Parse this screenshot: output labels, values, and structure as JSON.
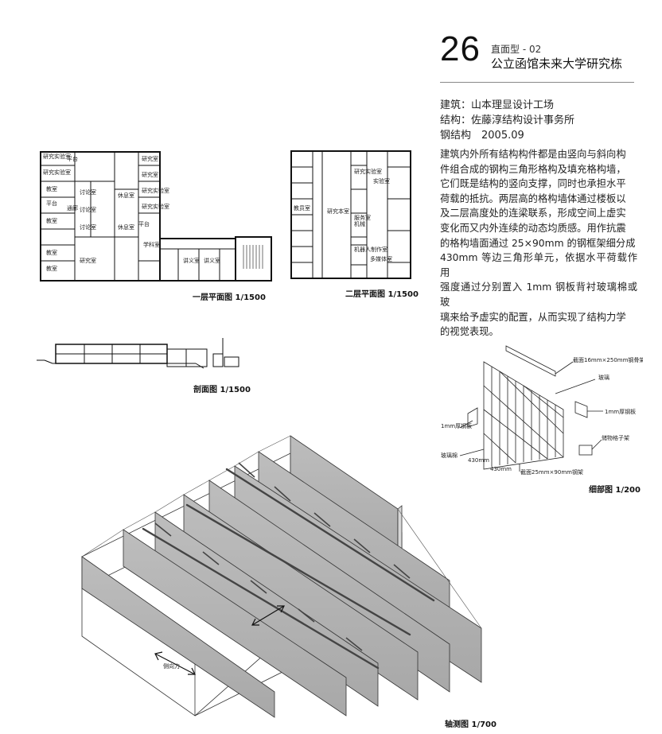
{
  "header": {
    "number": "26",
    "type_line": "直面型 - 02",
    "title": "公立函馆未来大学研究栋"
  },
  "credits": {
    "architecture": "建筑：山本理显设计工场",
    "structure": "结构：佐藤淳结构设计事务所",
    "structure_year": "钢结构　2005.09"
  },
  "description": [
    "建筑内外所有结构构件都是由竖向与斜向构",
    "件组合成的钢构三角形格构及填充格构墙，",
    "它们既是结构的竖向支撑，同时也承担水平",
    "荷载的抵抗。两层高的格构墙体通过楼板以",
    "及二层高度处的连梁联系，形成空间上虚实",
    "变化而又内外连续的动态均质感。用作抗震",
    "的格构墙面通过 25×90mm 的钢框架细分成",
    "430mm 等边三角形单元，依据水平荷载作用",
    "强度通过分别置入 1mm 钢板背衬玻璃棉或玻",
    "璃来给予虚实的配置，从而实现了结构力学",
    "的视觉表现。"
  ],
  "captions": {
    "plan1": "一层平面图 1/1500",
    "plan2": "二层平面图 1/1500",
    "section": "剖面图 1/1500",
    "detail": "细部图 1/200",
    "axon": "轴测图 1/700"
  },
  "detail_labels": {
    "beam": "截面16mm×250mm钢骨架",
    "glass": "玻璃",
    "steel_plate_right": "1mm厚钢板",
    "steel_plate_left": "1mm厚钢板",
    "storage": "储物格子架",
    "glass_wool": "玻璃棉",
    "dim1": "430mm",
    "dim2": "430mm",
    "frame": "截面25mm×90mm钢架"
  },
  "axon_labels": {
    "lateral_force": "侧向力"
  },
  "plan1_rooms": [
    "研究实验室",
    "研究实验室",
    "平台",
    "教室",
    "教室",
    "平台",
    "研究室",
    "研究室",
    "讨论室",
    "讨论室",
    "讨论室",
    "通廊",
    "休息室",
    "平台",
    "学科室",
    "讲义室",
    "讲义室",
    "休息室",
    "研究实验室",
    "研究实验室",
    "教室",
    "教室",
    "研究室"
  ],
  "plan2_rooms": [
    "研究实验室",
    "实验室",
    "教员室",
    "研究本室",
    "服务室",
    "机械",
    "机器人制作室",
    "多媒体室"
  ]
}
